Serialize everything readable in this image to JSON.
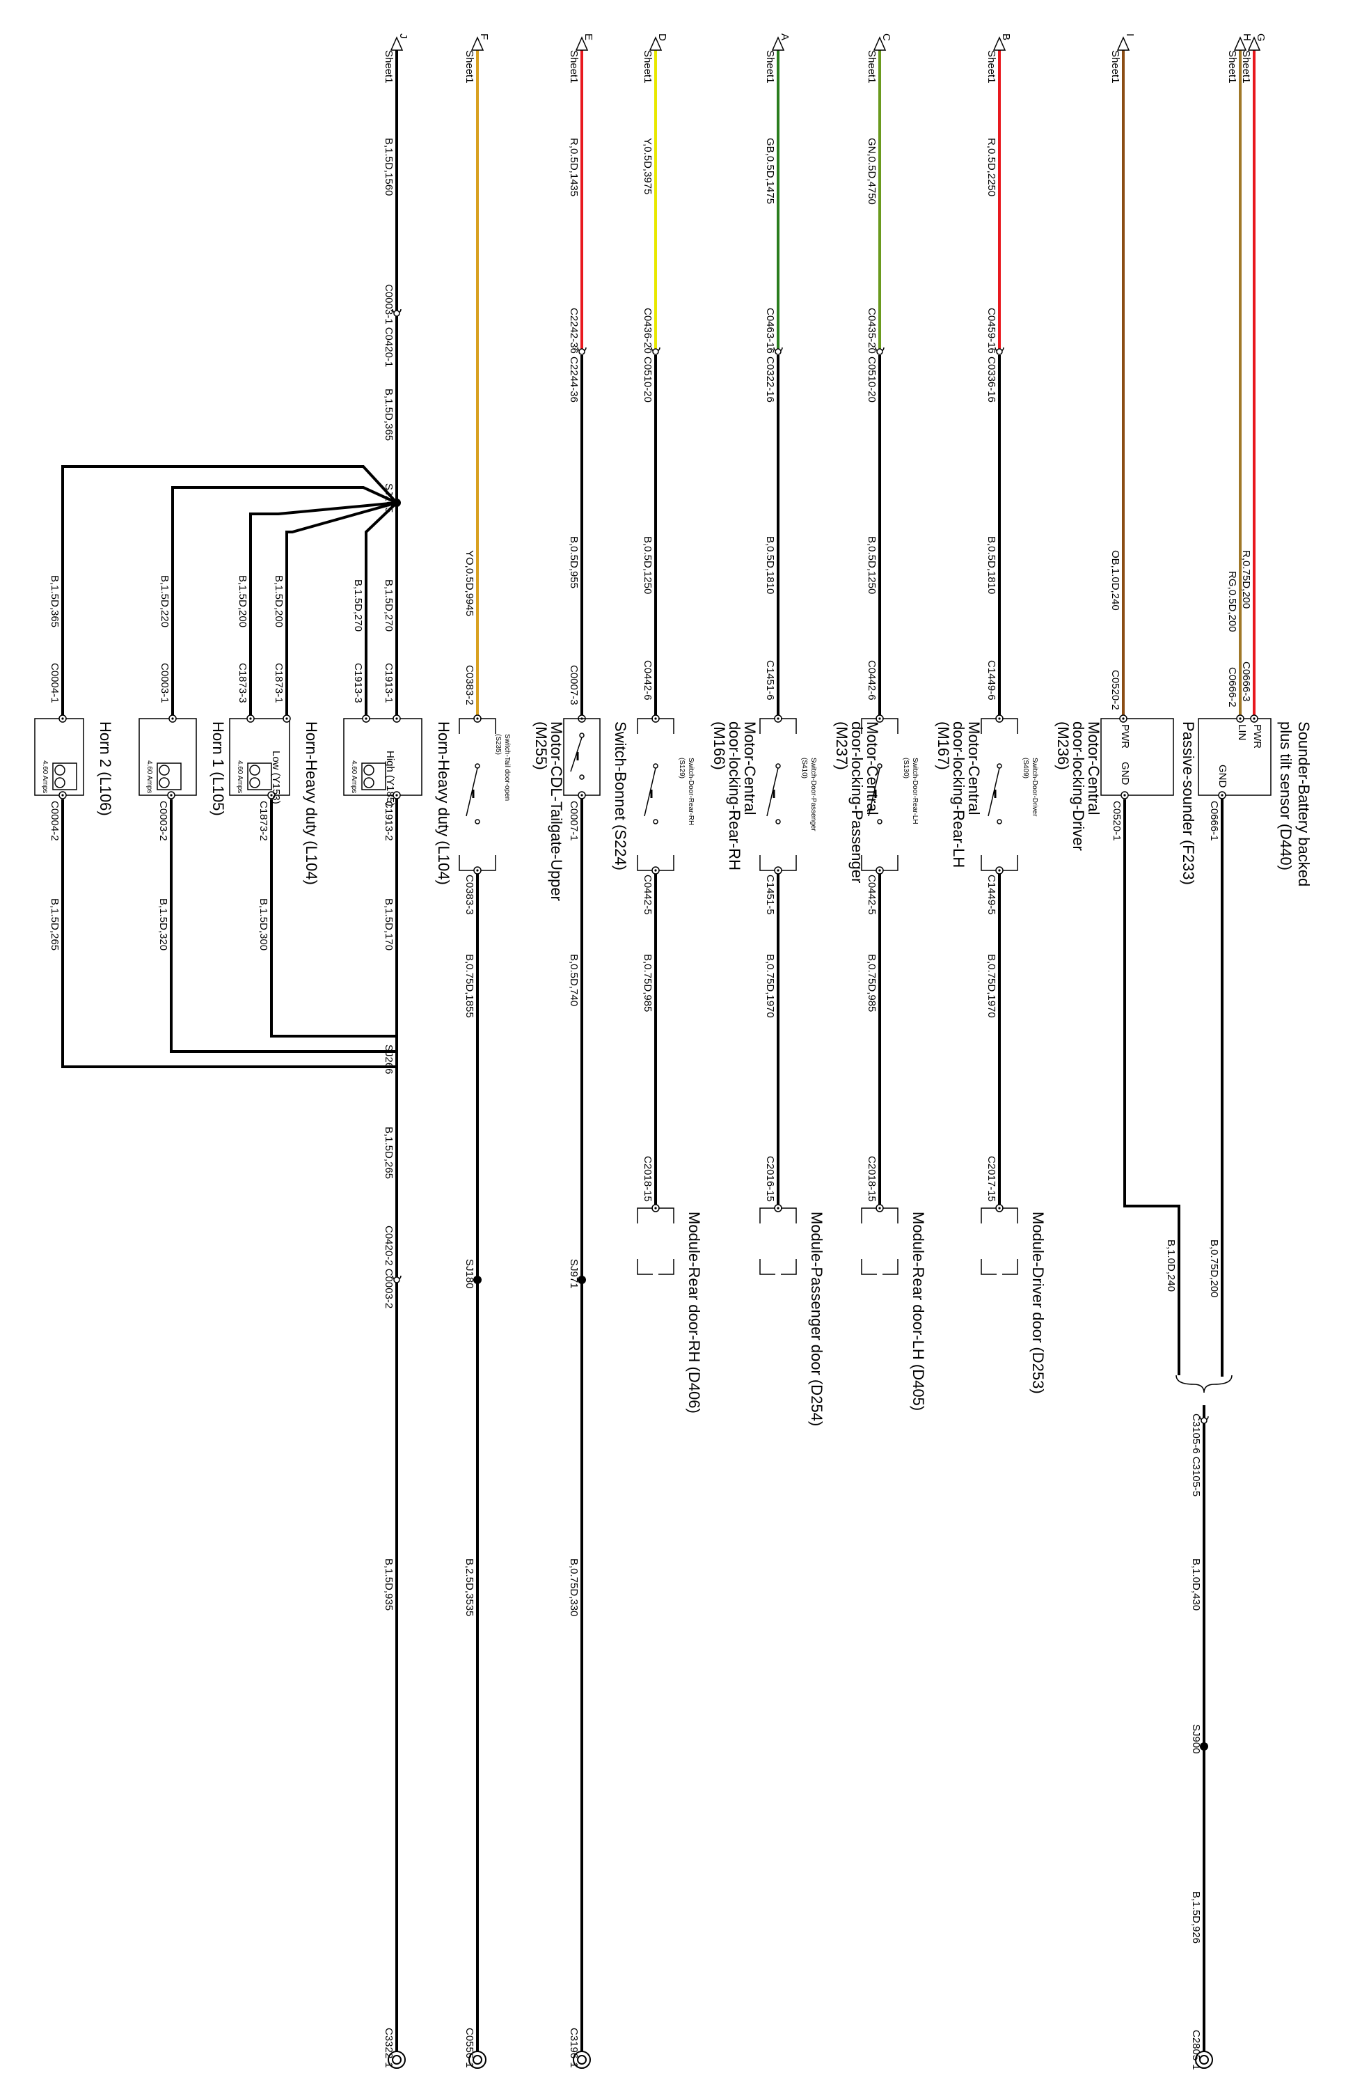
{
  "colors": {
    "B": "#000000",
    "R": "#e8181e",
    "GN": "#6a9a1e",
    "GB": "#2a7d1e",
    "Y": "#e8e800",
    "YO": "#d8a020",
    "OB": "#8b4d14",
    "RG": "#a07828"
  },
  "wires": [
    {
      "id": "G",
      "sheet": "Sheet1",
      "color": "R",
      "segments": [
        {
          "label": "R,0.75D,200"
        }
      ],
      "connectors": [
        {
          "label": "C0666-3"
        }
      ],
      "component": {
        "title": "Sounder-Battery backed plus tilt sensor (D440)",
        "pins": [
          "PWR",
          "LIN",
          "GND"
        ]
      }
    },
    {
      "id": "H",
      "sheet": "Sheet1",
      "color": "RG",
      "segments": [
        {
          "label": "RG,0.5D,200"
        }
      ],
      "connectors": [
        {
          "label": "C0666-2"
        }
      ],
      "shared": {
        "ground_out": "C0666-1",
        "ground_wire": "B,0.75D,200",
        "ground_wire2": "B,1.0D,240",
        "splice_pair": [
          "C3105-6",
          "C3105-5"
        ],
        "lower_wire": "B,1.0D,430",
        "splice": "SJ900",
        "end_wire": "B,1.5D,926",
        "end_conn": "C2805-1"
      }
    },
    {
      "id": "I",
      "sheet": "Sheet1",
      "color": "OB",
      "segments": [
        {
          "label": "OB,1.0D,240"
        }
      ],
      "connectors": [
        {
          "label": "C0520-2"
        },
        {
          "label": "C0520-1"
        }
      ],
      "component": {
        "title": "Passive-sounder (F233)",
        "pins": [
          "PWR",
          "GND"
        ]
      }
    },
    {
      "id": "B",
      "sheet": "Sheet1",
      "color": "R",
      "segments": [
        {
          "label": "R,0.5D,2250"
        },
        {
          "label": "B,0.5D,1810"
        },
        {
          "label": "B,0.75D,1970"
        }
      ],
      "connectors": [
        {
          "label": "C0459-16 C0336-16"
        },
        {
          "label": "C1449-6"
        },
        {
          "label": "C1449-5"
        },
        {
          "label": "C2017-15"
        }
      ],
      "motor": {
        "title": "Motor-Central door-locking-Driver (M236)",
        "switch": "Switch-Door-Driver (S409)"
      },
      "module": "Module-Driver door (D253)"
    },
    {
      "id": "C",
      "sheet": "Sheet1",
      "color": "GN",
      "segments": [
        {
          "label": "GN,0.5D,4750"
        },
        {
          "label": "B,0.5D,1250"
        },
        {
          "label": "B,0.75D,985"
        }
      ],
      "connectors": [
        {
          "label": "C0435-20 C0510-20"
        },
        {
          "label": "C0442-6"
        },
        {
          "label": "C0442-5"
        },
        {
          "label": "C2018-15"
        }
      ],
      "motor": {
        "title": "Motor-Central door-locking-Rear-LH (M167)",
        "switch": "Switch-Door-Rear-LH (S130)"
      },
      "module": "Module-Rear door-LH (D405)"
    },
    {
      "id": "A",
      "sheet": "Sheet1",
      "color": "GB",
      "segments": [
        {
          "label": "GB,0.5D,1475"
        },
        {
          "label": "B,0.5D,1810"
        },
        {
          "label": "B,0.75D,1970"
        }
      ],
      "connectors": [
        {
          "label": "C0463-16 C0322-16"
        },
        {
          "label": "C1451-6"
        },
        {
          "label": "C1451-5"
        },
        {
          "label": "C2016-15"
        }
      ],
      "motor": {
        "title": "Motor-Central door-locking-Passenger (M237)",
        "switch": "Switch-Door-Passenger (S410)"
      },
      "module": "Module-Passenger door (D254)"
    },
    {
      "id": "D",
      "sheet": "Sheet1",
      "color": "Y",
      "segments": [
        {
          "label": "Y,0.5D,3975"
        },
        {
          "label": "B,0.5D,1250"
        },
        {
          "label": "B,0.75D,985"
        }
      ],
      "connectors": [
        {
          "label": "C0436-20 C0510-20"
        },
        {
          "label": "C0442-6"
        },
        {
          "label": "C0442-5"
        },
        {
          "label": "C2018-15"
        }
      ],
      "motor": {
        "title": "Motor-Central door-locking-Rear-RH (M166)",
        "switch": "Switch-Door-Rear-RH (S129)"
      },
      "module": "Module-Rear door-RH (D406)"
    },
    {
      "id": "E",
      "sheet": "Sheet1",
      "color": "R",
      "segments": [
        {
          "label": "R,0.5D,1435"
        },
        {
          "label": "B,0.5D,955"
        },
        {
          "label": "B,0.5D,740"
        },
        {
          "label": "B,0.75D,330"
        }
      ],
      "connectors": [
        {
          "label": "C2242-36 C2244-36"
        },
        {
          "label": "C0007-3"
        },
        {
          "label": "C0007-1"
        },
        {
          "label": "SJ971"
        },
        {
          "label": "C3196-1"
        }
      ],
      "switch": {
        "title": "Switch-Bonnet (S224)"
      }
    },
    {
      "id": "F",
      "sheet": "Sheet1",
      "color": "YO",
      "segments": [
        {
          "label": "YO,0.5D,9945"
        },
        {
          "label": "B,0.75D,1855"
        },
        {
          "label": "B,2.5D,3535"
        }
      ],
      "connectors": [
        {
          "label": "C0383-2"
        },
        {
          "label": "C0383-3"
        },
        {
          "label": "SJ180"
        },
        {
          "label": "C0556-1"
        }
      ],
      "motor": {
        "title": "Motor-CDL-Tailgate-Upper (M255)",
        "switch": "Switch-Tail door-open (S235)"
      }
    },
    {
      "id": "J",
      "sheet": "Sheet1",
      "color": "B",
      "segments": [
        {
          "label": "B,1.5D,1560"
        },
        {
          "label": "B,1.5D,365"
        },
        {
          "label": "B,1.5D,265"
        },
        {
          "label": "B,1.5D,935"
        }
      ],
      "connectors": [
        {
          "label": "C0003-1 C0420-1"
        },
        {
          "label": "SJ265"
        },
        {
          "label": "SJ266"
        },
        {
          "label": "C0420-2 C0003-2"
        },
        {
          "label": "C3322-1"
        }
      ]
    }
  ],
  "horns": [
    {
      "title": "Horn-Heavy duty (L104)",
      "mode": "High (Y185)",
      "amps": "4.60 Amps",
      "in_wire": "B,1.5D,270",
      "in_conn": "C1913-1",
      "in_conn2": "C1913-3",
      "in_wire2": "B,1.5D,270",
      "out_conn": "C1913-2",
      "out_wire": "B,1.5D,170"
    },
    {
      "title": "Horn-Heavy duty (L104)",
      "mode": "Low (Y153)",
      "amps": "4.60 Amps",
      "in_wire": "B,1.5D,200",
      "in_conn": "C1873-1",
      "in_conn2": "C1873-3",
      "in_wire2": "B,1.5D,200",
      "out_conn": "C1873-2",
      "out_wire": "B,1.5D,300"
    },
    {
      "title": "Horn 1 (L105)",
      "mode": "",
      "amps": "4.60 Amps",
      "in_wire": "B,1.5D,220",
      "in_conn": "C0003-1",
      "out_conn": "C0003-2",
      "out_wire": "B,1.5D,320"
    },
    {
      "title": "Horn 2 (L106)",
      "mode": "",
      "amps": "4.60 Amps",
      "in_wire": "B,1.5D,365",
      "in_conn": "C0004-1",
      "out_conn": "C0004-2",
      "out_wire": "B,1.5D,265"
    }
  ]
}
